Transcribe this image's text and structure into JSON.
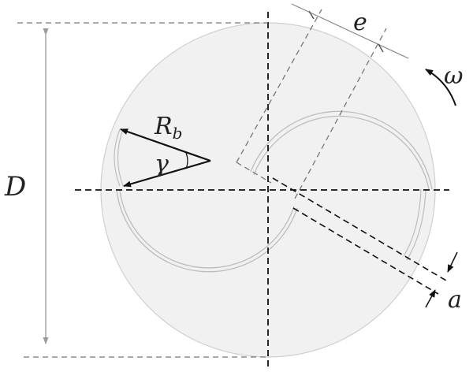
{
  "labels": {
    "diameter": "D",
    "offset": "e",
    "angular_velocity": "ω",
    "gap": "a",
    "blade_radius": "R",
    "blade_radius_sub": "b",
    "blade_angle": "γ"
  },
  "colors": {
    "disk_fill": "#f1f1f1",
    "disk_stroke": "#c9c9c9",
    "line": "#111111",
    "dim_line": "#888888"
  },
  "icons": [
    "rotation-arrow-icon",
    "arrowhead-icon"
  ]
}
